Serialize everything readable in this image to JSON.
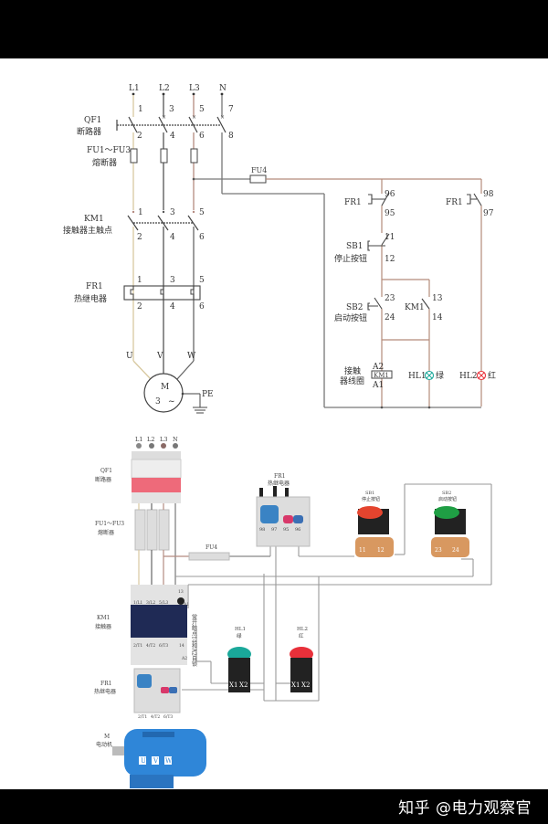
{
  "watermark": "知乎 @电力观察官",
  "schematic": {
    "phases": [
      "L1",
      "L2",
      "L3",
      "N"
    ],
    "qf1": {
      "id": "QF1",
      "name": "断路器",
      "terminals_in": [
        "1",
        "3",
        "5",
        "7"
      ],
      "terminals_out": [
        "2",
        "4",
        "6",
        "8"
      ]
    },
    "fu13": {
      "id": "FU1～FU3",
      "name": "熔断器"
    },
    "fu4": {
      "id": "FU4"
    },
    "km1_main": {
      "id": "KM1",
      "name": "接触器主触点",
      "terminals_in": [
        "1",
        "3",
        "5"
      ],
      "terminals_out": [
        "2",
        "4",
        "6"
      ]
    },
    "fr1_main": {
      "id": "FR1",
      "name": "热继电器",
      "terminals_in": [
        "1",
        "3",
        "5"
      ],
      "terminals_out": [
        "2",
        "4",
        "6"
      ]
    },
    "motor": {
      "u": "U",
      "v": "V",
      "w": "W",
      "m": "M",
      "phase": "3",
      "ac": "~",
      "pe": "PE"
    },
    "control": {
      "fr1_nc": {
        "id": "FR1",
        "t1": "96",
        "t2": "95"
      },
      "fr1_no": {
        "id": "FR1",
        "t1": "98",
        "t2": "97"
      },
      "sb1": {
        "id": "SB1",
        "name": "停止按钮",
        "t1": "11",
        "t2": "12"
      },
      "sb2": {
        "id": "SB2",
        "name": "启动按钮",
        "t1": "23",
        "t2": "24"
      },
      "km1_aux": {
        "id": "KM1",
        "t1": "13",
        "t2": "14"
      },
      "coil": {
        "name1": "接触",
        "name2": "器线圈",
        "a2": "A2",
        "a1": "A1",
        "box": "KM1"
      },
      "hl1": {
        "id": "HL1",
        "color_name": "绿"
      },
      "hl2": {
        "id": "HL2",
        "color_name": "红"
      }
    }
  },
  "wiring": {
    "phases": [
      "L1",
      "L2",
      "L3",
      "N"
    ],
    "qf1": {
      "id": "QF1",
      "name": "断路器"
    },
    "fu13": {
      "id": "FU1～FU3",
      "name": "熔断器"
    },
    "fu4": {
      "id": "FU4"
    },
    "fr1_top": {
      "id": "FR1",
      "name": "热继电器",
      "terminals": [
        "98",
        "97",
        "95",
        "96"
      ]
    },
    "sb1": {
      "id": "SB1",
      "name": "停止按钮",
      "terminals": [
        "11",
        "12"
      ]
    },
    "sb2": {
      "id": "SB2",
      "name": "启动按钮",
      "terminals": [
        "23",
        "24"
      ]
    },
    "km1": {
      "id": "KM1",
      "name": "接触器",
      "top_terminals": [
        "1/L1",
        "3/L2",
        "5/L3",
        "13",
        "A1"
      ],
      "bottom_terminals": [
        "2/T1",
        "4/T2",
        "6/T3",
        "14",
        "A2"
      ]
    },
    "note": "常开触点14和A2自锁",
    "hl1": {
      "id": "HL1",
      "name": "绿",
      "x1": "X1",
      "x2": "X2"
    },
    "hl2": {
      "id": "HL2",
      "name": "红",
      "x1": "X1",
      "x2": "X2"
    },
    "fr1_bottom": {
      "id": "FR1",
      "name": "热继电器",
      "terminals": [
        "2/T1",
        "4/T2",
        "6/T3"
      ]
    },
    "motor": {
      "id": "M",
      "name": "电动机",
      "u": "U",
      "v": "V",
      "w": "W"
    }
  },
  "colors": {
    "wire_l1": "#d8c9a0",
    "wire_l2": "#555555",
    "wire_l3": "#b58b80",
    "wire_n": "#777777",
    "control_wire": "#b58b7a",
    "motor_blue": "#2f86d8",
    "lamp_green": "#1aa89a",
    "lamp_red": "#e8303a",
    "button_red": "#e4442e",
    "button_green": "#1f9e44",
    "breaker_pink": "#ee6a7a"
  }
}
